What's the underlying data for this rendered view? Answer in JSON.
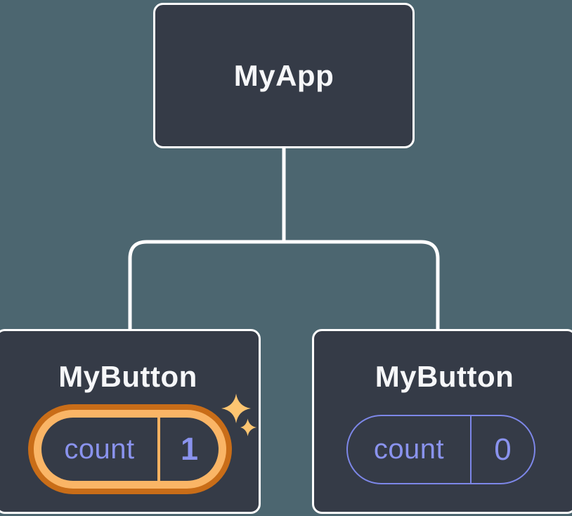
{
  "tree": {
    "root": {
      "label": "MyApp"
    },
    "children": [
      {
        "label": "MyButton",
        "highlighted": true,
        "state": {
          "name": "count",
          "value": "1"
        }
      },
      {
        "label": "MyButton",
        "highlighted": false,
        "state": {
          "name": "count",
          "value": "0"
        }
      }
    ]
  },
  "icons": {
    "sparkles": "sparkles-icon"
  },
  "colors": {
    "background": "#4c6670",
    "node_bg": "#353b47",
    "node_border": "#ffffff",
    "text_primary": "#f6f7f9",
    "accent_purple": "#7d87e8",
    "purple_text": "#8a93ee",
    "highlight_dark": "#c96d18",
    "highlight_light": "#fab566",
    "highlight_divider": "#f7b261",
    "sparkle": "#fdc571",
    "connector": "#ffffff"
  }
}
